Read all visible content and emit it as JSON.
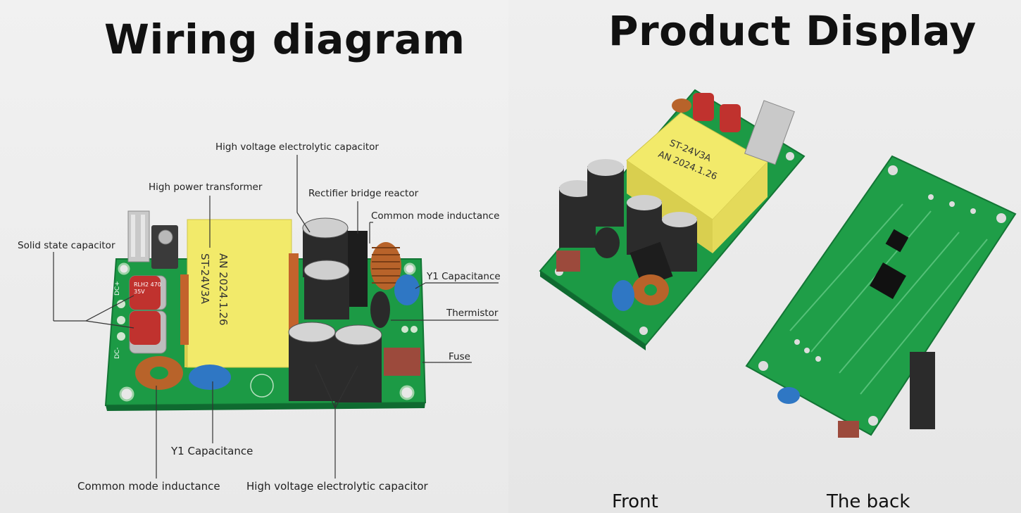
{
  "wiring": {
    "title": "Wiring diagram",
    "labels": {
      "hv_cap_top": "High voltage electrolytic capacitor",
      "transformer": "High power transformer",
      "rectifier": "Rectifier bridge reactor",
      "cm_inductance_top": "Common mode inductance",
      "solid_cap": "Solid state capacitor",
      "y1_right": "Y1 Capacitance",
      "thermistor": "Thermistor",
      "fuse": "Fuse",
      "y1_bottom": "Y1 Capacitance",
      "cm_inductance_bottom": "Common mode inductance",
      "hv_cap_bottom": "High voltage electrolytic capacitor"
    },
    "board_marks": {
      "transformer_line1": "ST-24V3A",
      "transformer_line2": "AN 2024.1.26",
      "solid_cap_text": "RLH2 470 35V",
      "conn_out_1": "DC+",
      "conn_out_2": "DC-"
    }
  },
  "product": {
    "title": "Product Display",
    "captions": {
      "front": "Front",
      "back": "The back"
    },
    "front_marks": {
      "line1": "ST-24V3A",
      "line2": "AN 2024.1.26"
    }
  },
  "colors": {
    "pcb": "#1c9a45",
    "pcb_dark": "#137535",
    "transformer": "#f2ea6a",
    "capacitor": "#2b2b2b",
    "y1_blue": "#2f77c4",
    "fuse_red": "#9c4a3c",
    "copper": "#b8632a"
  }
}
